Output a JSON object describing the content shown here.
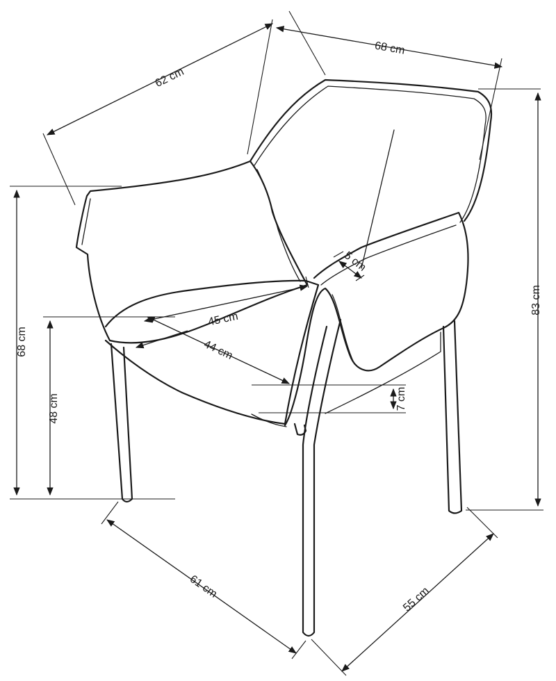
{
  "dimensions": {
    "top_depth": "62 cm",
    "top_width": "68 cm",
    "total_height": "83 cm",
    "armrest_height": "68 cm",
    "seat_height": "48 cm",
    "seat_width": "45 cm",
    "seat_depth": "44 cm",
    "armrest_width": "5 cm",
    "cushion_thickness": "7 cm",
    "base_depth": "61 cm",
    "base_width": "55 cm"
  },
  "colors": {
    "line": "#1a1a1a",
    "background": "#ffffff"
  }
}
